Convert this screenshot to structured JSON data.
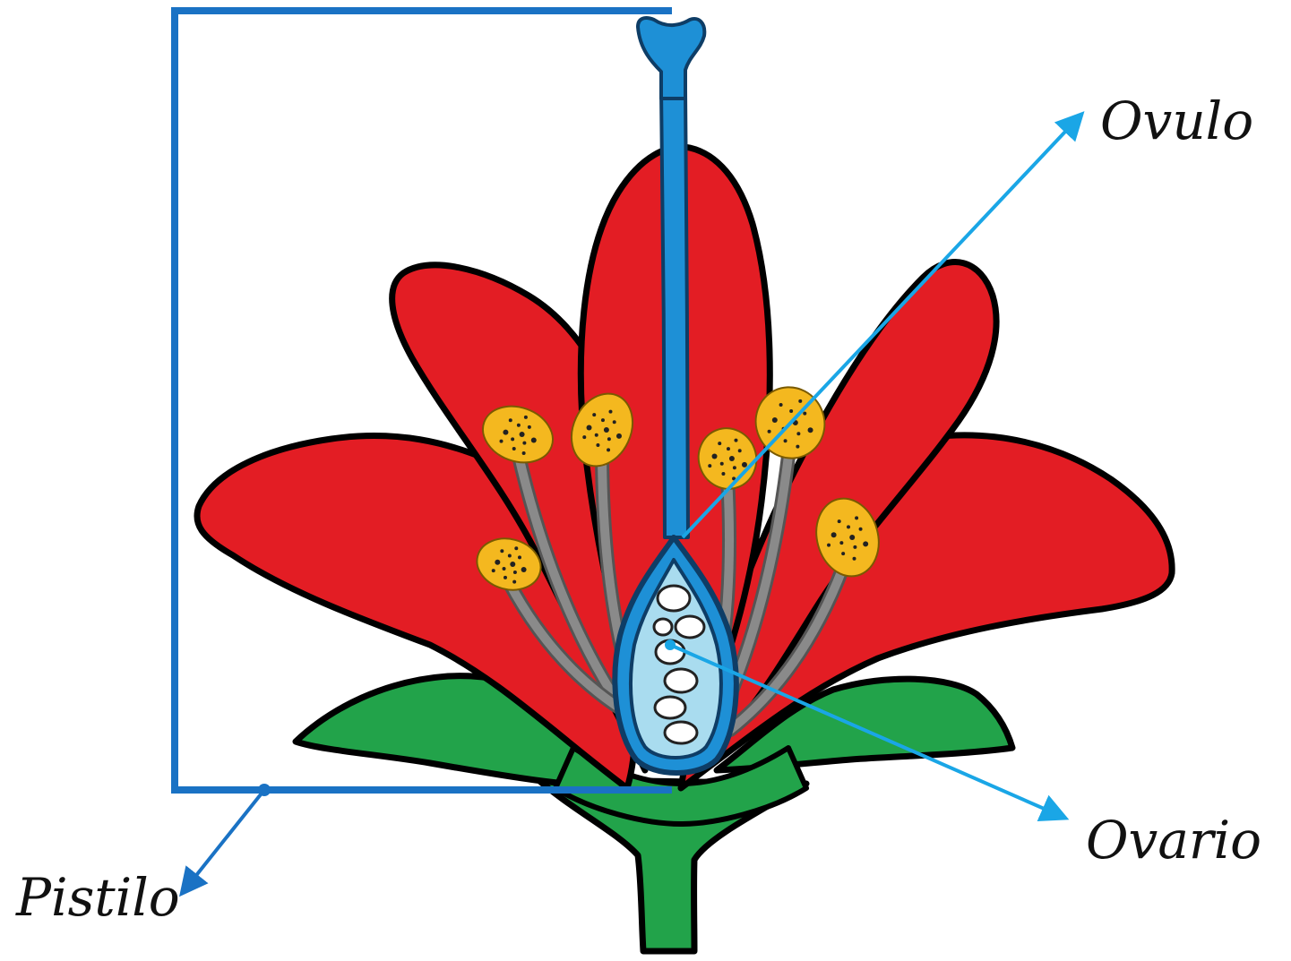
{
  "diagram": {
    "labels": {
      "ovulo": "Ovulo",
      "ovario": "Ovario",
      "pistilo": "Pistilo"
    },
    "colors": {
      "petal": "#e31d24",
      "outline": "#000000",
      "leaf": "#22a34a",
      "anther": "#f4b81f",
      "filament": "#8a8a8a",
      "pistil": "#1e90d6",
      "ovary_fill": "#a9dcef",
      "ovule": "#ffffff",
      "bracket": "#1a72c4",
      "arrow": "#1aa6e6"
    },
    "icons": [
      "flower-illustration",
      "arrow-icon"
    ]
  }
}
